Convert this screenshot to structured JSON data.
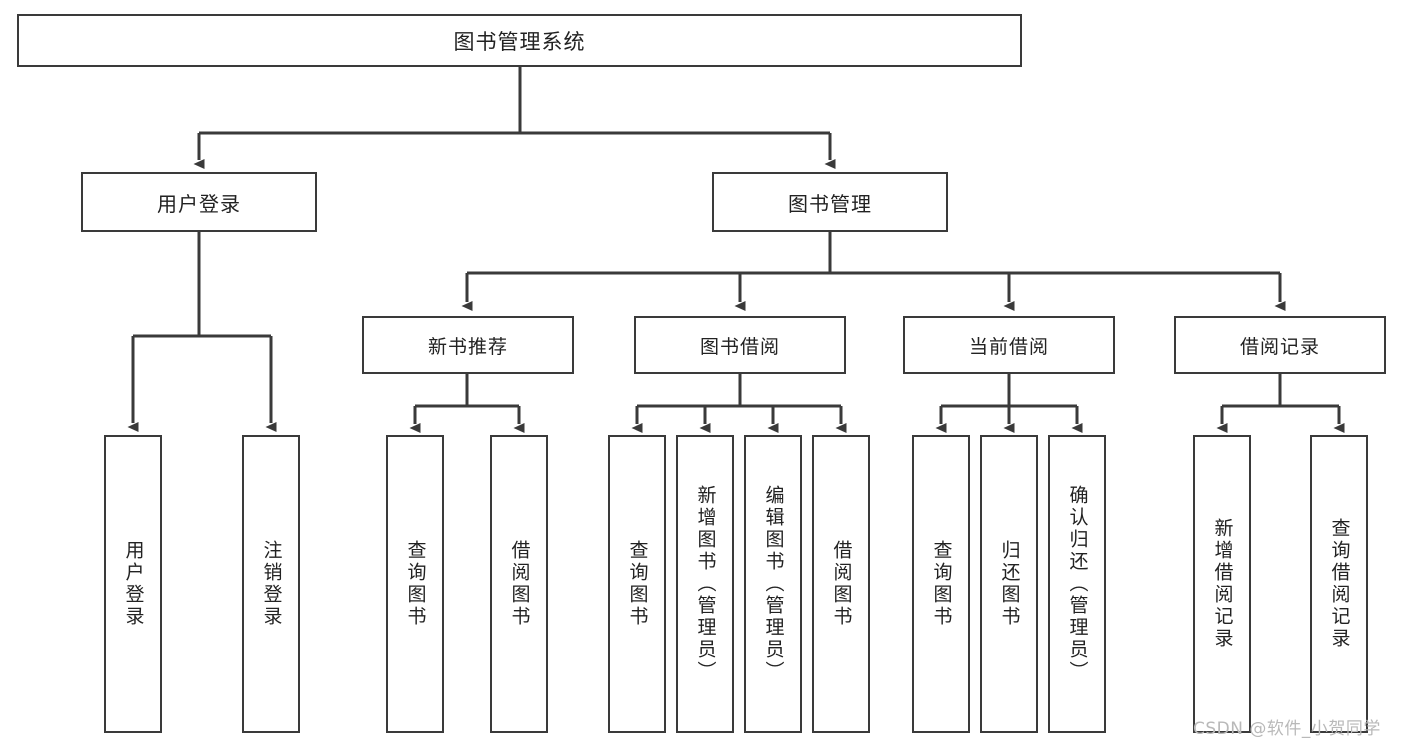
{
  "diagram": {
    "title": "图书管理系统",
    "type": "hierarchy-tree",
    "watermark": "CSDN @软件_小贺同学",
    "root": {
      "label": "图书管理系统"
    },
    "level1": [
      {
        "label": "用户登录"
      },
      {
        "label": "图书管理"
      }
    ],
    "level2": [
      {
        "label": "新书推荐"
      },
      {
        "label": "图书借阅"
      },
      {
        "label": "当前借阅"
      },
      {
        "label": "借阅记录"
      }
    ],
    "leaves": {
      "user_login": [
        {
          "label": "用户登录"
        },
        {
          "label": "注销登录"
        }
      ],
      "new_book_recommend": [
        {
          "label": "查询图书"
        },
        {
          "label": "借阅图书"
        }
      ],
      "book_borrow": [
        {
          "label": "查询图书"
        },
        {
          "label": "新增图书（管理员）"
        },
        {
          "label": "编辑图书（管理员）"
        },
        {
          "label": "借阅图书"
        }
      ],
      "current_borrow": [
        {
          "label": "查询图书"
        },
        {
          "label": "归还图书"
        },
        {
          "label": "确认归还（管理员）"
        }
      ],
      "borrow_record": [
        {
          "label": "新增借阅记录"
        },
        {
          "label": "查询借阅记录"
        }
      ]
    },
    "colors": {
      "stroke": "#3a3a3a",
      "text": "#222222",
      "background": "#ffffff",
      "watermark": "#b9b9b9"
    }
  }
}
